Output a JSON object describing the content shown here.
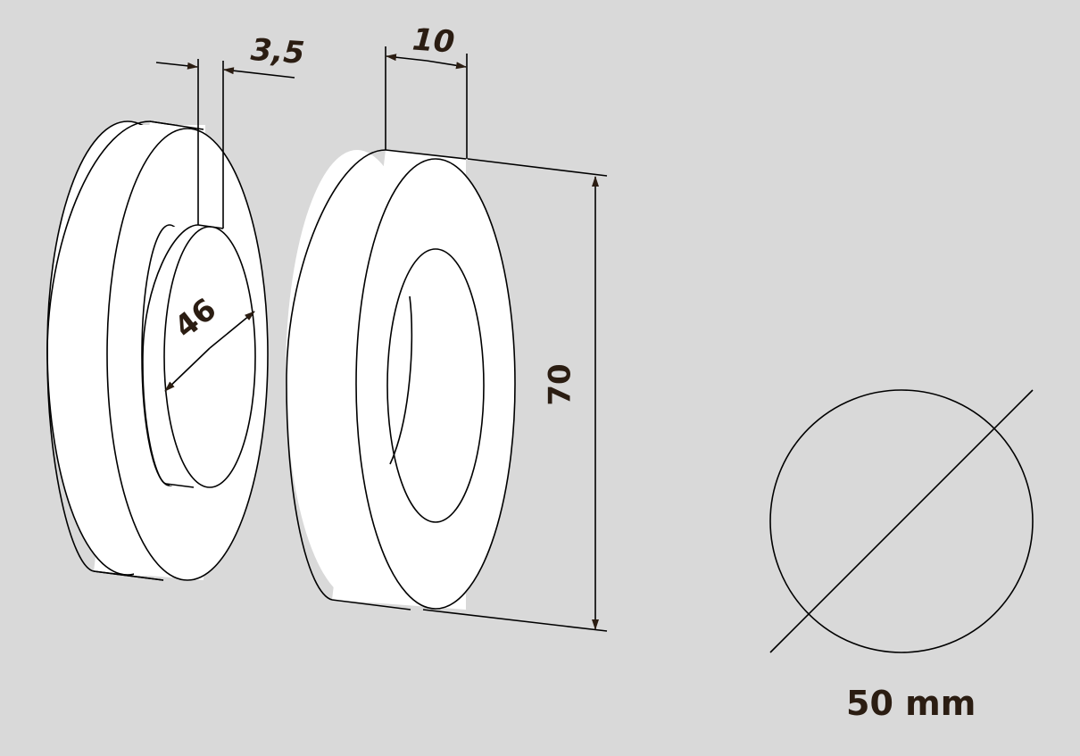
{
  "drawing": {
    "background": "#d9d9d9",
    "line_color": "#000000",
    "text_color": "#2b1d12",
    "fill_color": "#ffffff"
  },
  "dimensions": {
    "boss_height": "3,5",
    "ring_thickness": "10",
    "boss_diameter": "46",
    "outer_diameter": "70"
  },
  "symbol": {
    "name": "diameter-symbol",
    "caption": "50 mm"
  }
}
